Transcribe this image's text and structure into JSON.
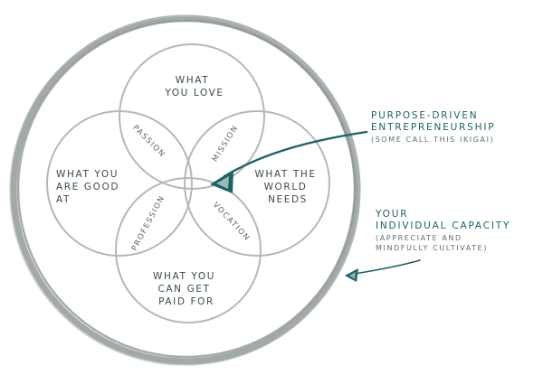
{
  "colors": {
    "outer_ring": "#9aa0a0",
    "circle_stroke": "#b2b5b5",
    "accent": "#1e6363",
    "label_text": "#3b4a4a"
  },
  "circles": {
    "love": [
      "WHAT",
      "YOU LOVE"
    ],
    "good_at": [
      "WHAT YOU",
      "ARE GOOD",
      "AT"
    ],
    "world_needs": [
      "WHAT THE",
      "WORLD",
      "NEEDS"
    ],
    "paid_for": [
      "WHAT YOU",
      "CAN GET",
      "PAID FOR"
    ]
  },
  "overlaps": {
    "passion": "PASSION",
    "mission": "MISSION",
    "profession": "PROFESSION",
    "vocation": "VOCATION"
  },
  "annotations": {
    "ikigai": {
      "title": [
        "PURPOSE-DRIVEN",
        "ENTREPRENEURSHIP"
      ],
      "subtitle": "(SOME CALL THIS IKIGAI)"
    },
    "capacity": {
      "title": [
        "YOUR",
        "INDIVIDUAL CAPACITY"
      ],
      "subtitle": [
        "(APPRECIATE AND",
        "MINDFULLY CULTIVATE)"
      ]
    }
  }
}
